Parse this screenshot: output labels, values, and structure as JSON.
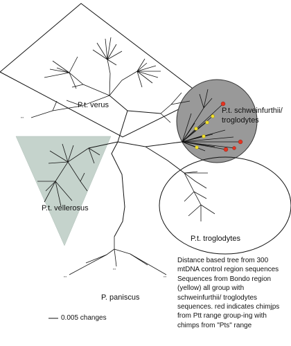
{
  "clades": {
    "verus": {
      "label": "P.t. verus"
    },
    "schweinfurthii": {
      "label_line1": "P.t. schweinfurthii/",
      "label_line2": "troglodytes"
    },
    "vellerosus": {
      "label": "P.t. vellerosus"
    },
    "troglodytes": {
      "label": "P.t. troglodytes"
    },
    "paniscus": {
      "label": "P. paniscus"
    }
  },
  "scale_bar": {
    "label": "0.005 changes"
  },
  "caption": {
    "text": "Distance based tree from 300 mtDNA control region sequences Sequences from Bondo region (yellow) all group with schweinfurthii/ troglodytes sequences. red indicates chimjps from Ptt range group-ing with chimps from \"Pts\" range"
  },
  "colors": {
    "line": "#111111",
    "schweinfurthii_fill": "#999999",
    "vellerosus_fill": "#c5d3cc",
    "bondo_marker": "#f2e02a",
    "ptt_marker": "#e43320"
  }
}
